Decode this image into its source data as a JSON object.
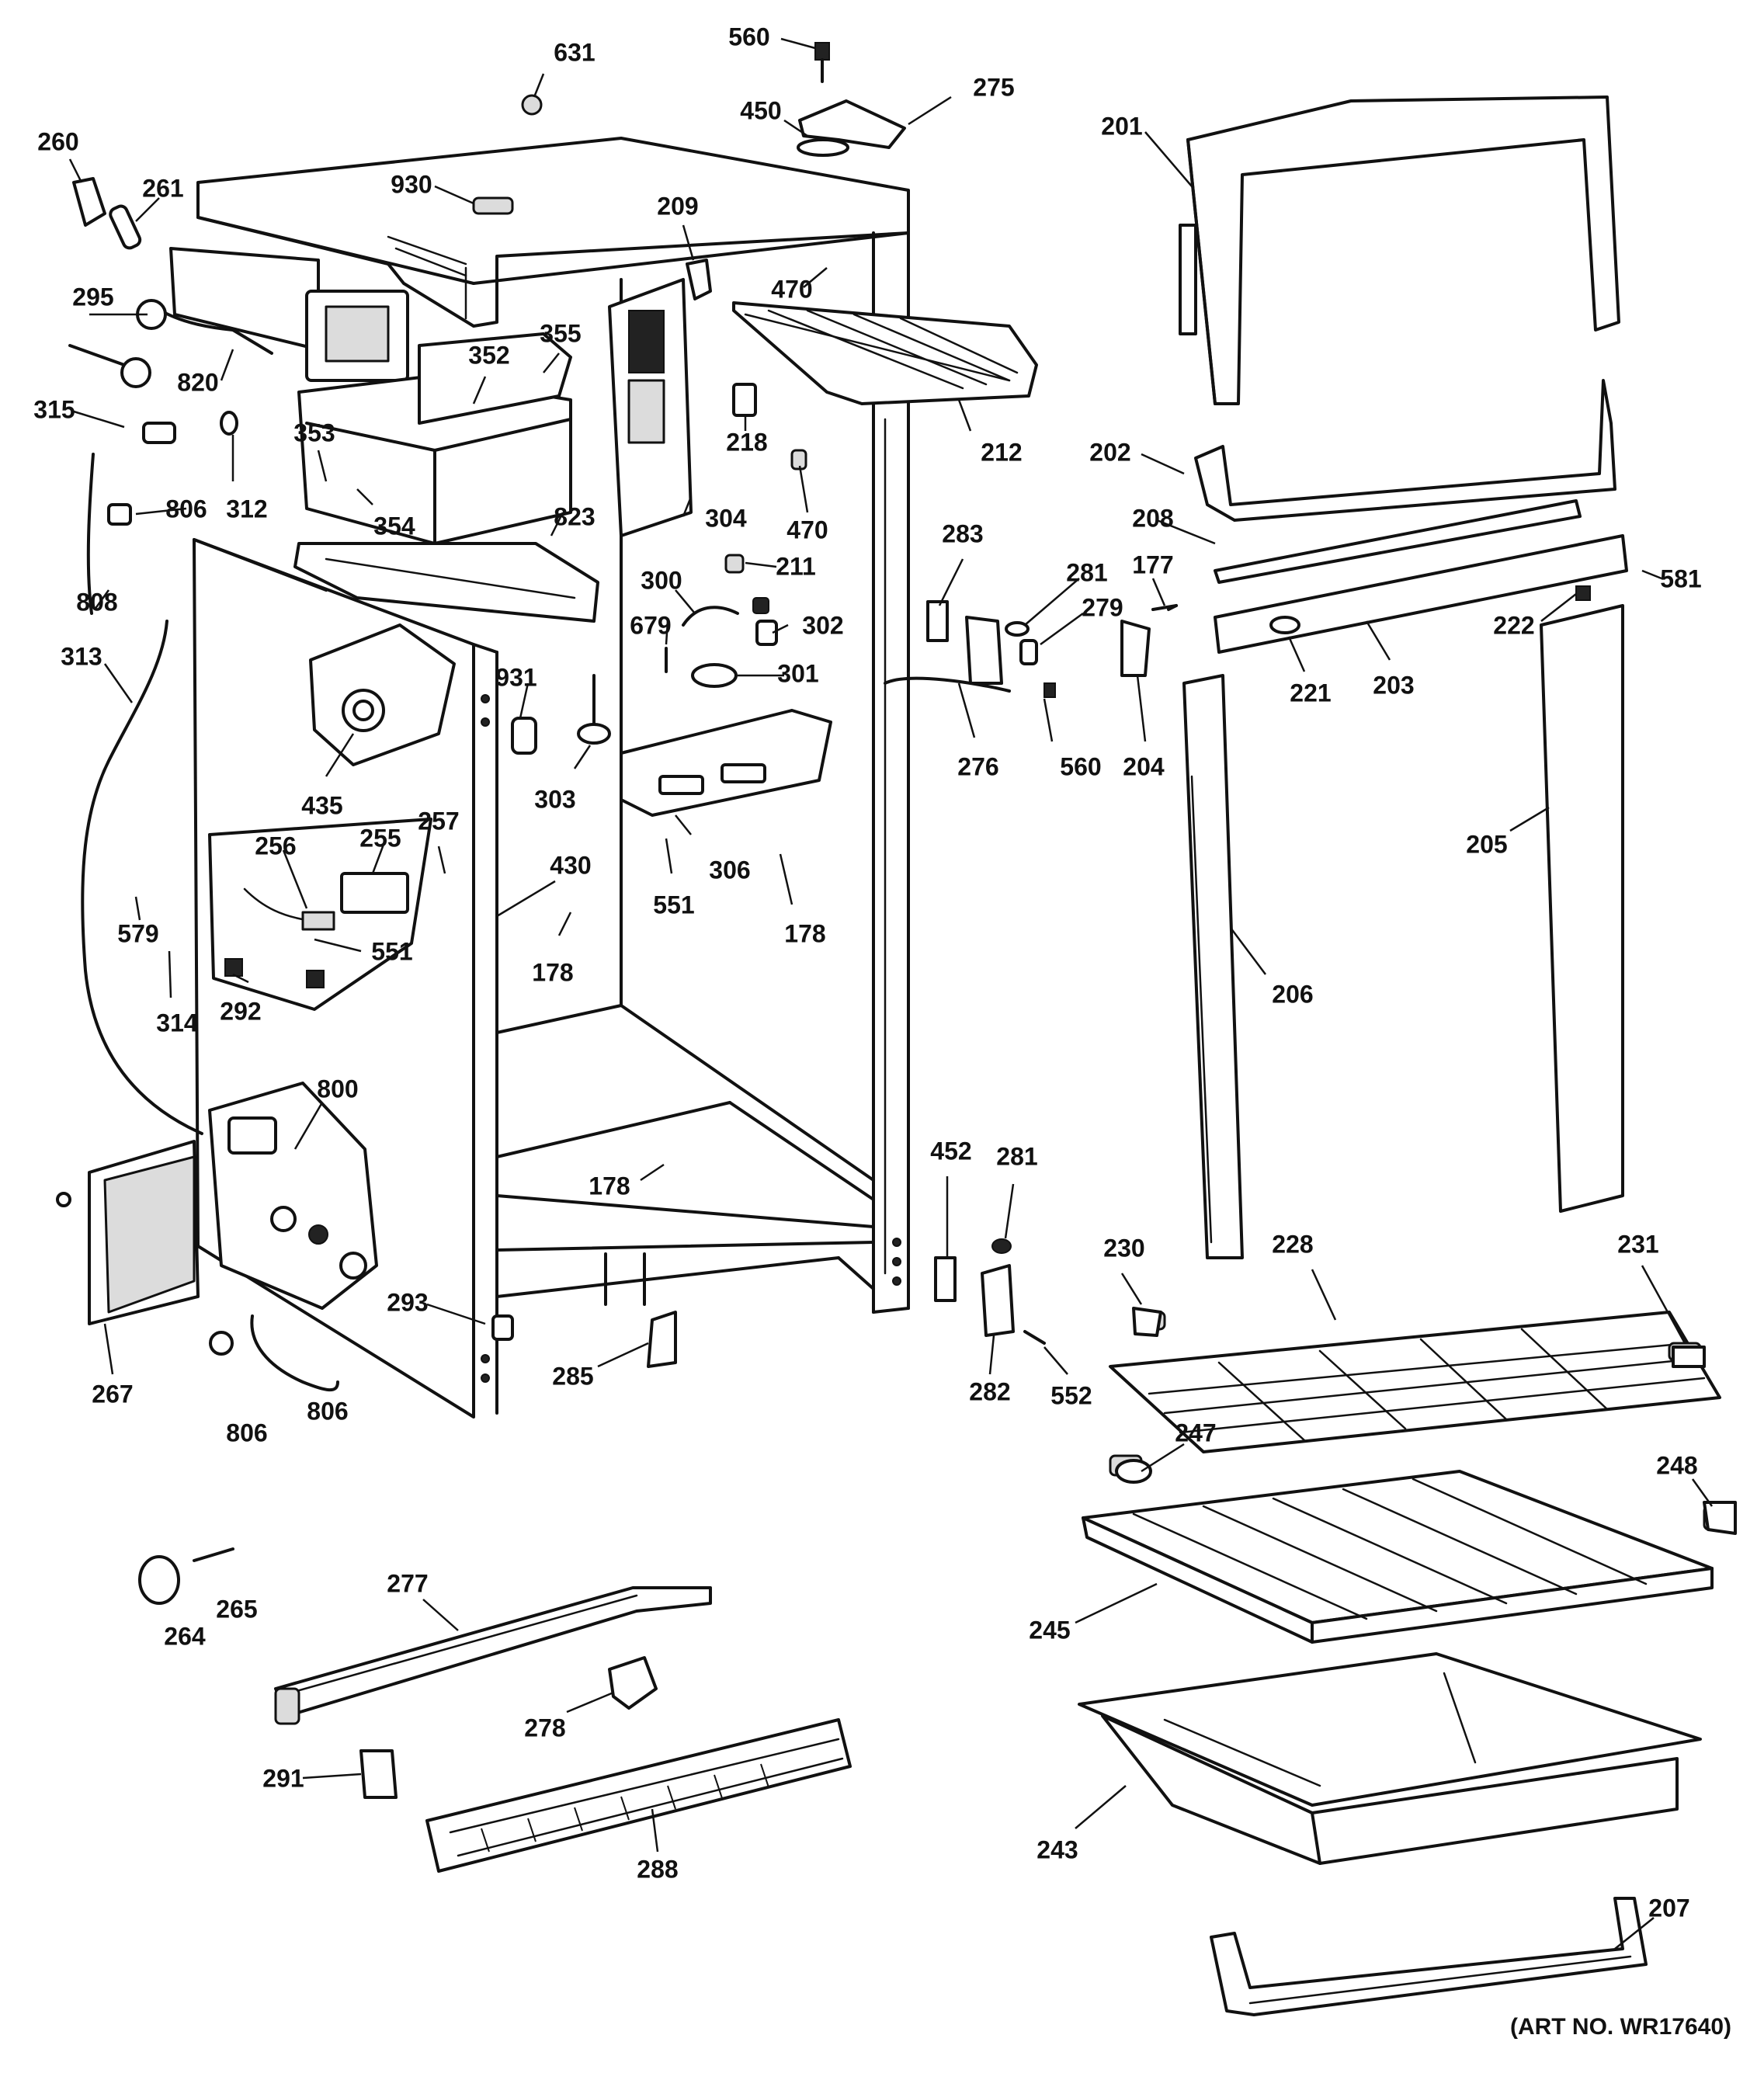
{
  "diagram": {
    "art_number": "(ART NO. WR17640)",
    "callouts": [
      {
        "id": "c631",
        "label": "631"
      },
      {
        "id": "c560a",
        "label": "560"
      },
      {
        "id": "c450",
        "label": "450"
      },
      {
        "id": "c275",
        "label": "275"
      },
      {
        "id": "c201",
        "label": "201"
      },
      {
        "id": "c260",
        "label": "260"
      },
      {
        "id": "c261",
        "label": "261"
      },
      {
        "id": "c930",
        "label": "930"
      },
      {
        "id": "c209",
        "label": "209"
      },
      {
        "id": "c470a",
        "label": "470"
      },
      {
        "id": "c295",
        "label": "295"
      },
      {
        "id": "c355",
        "label": "355"
      },
      {
        "id": "c352",
        "label": "352"
      },
      {
        "id": "c820",
        "label": "820"
      },
      {
        "id": "c315",
        "label": "315"
      },
      {
        "id": "c353",
        "label": "353"
      },
      {
        "id": "c312",
        "label": "312"
      },
      {
        "id": "c218",
        "label": "218"
      },
      {
        "id": "c212",
        "label": "212"
      },
      {
        "id": "c202",
        "label": "202"
      },
      {
        "id": "c806a",
        "label": "806"
      },
      {
        "id": "c354",
        "label": "354"
      },
      {
        "id": "c304",
        "label": "304"
      },
      {
        "id": "c470b",
        "label": "470"
      },
      {
        "id": "c208",
        "label": "208"
      },
      {
        "id": "c823",
        "label": "823"
      },
      {
        "id": "c283",
        "label": "283"
      },
      {
        "id": "c211",
        "label": "211"
      },
      {
        "id": "c281a",
        "label": "281"
      },
      {
        "id": "c177",
        "label": "177"
      },
      {
        "id": "c581",
        "label": "581"
      },
      {
        "id": "c808",
        "label": "808"
      },
      {
        "id": "c300",
        "label": "300"
      },
      {
        "id": "c279",
        "label": "279"
      },
      {
        "id": "c679",
        "label": "679"
      },
      {
        "id": "c302",
        "label": "302"
      },
      {
        "id": "c222",
        "label": "222"
      },
      {
        "id": "c313",
        "label": "313"
      },
      {
        "id": "c301",
        "label": "301"
      },
      {
        "id": "c221",
        "label": "221"
      },
      {
        "id": "c203",
        "label": "203"
      },
      {
        "id": "c931",
        "label": "931"
      },
      {
        "id": "c276",
        "label": "276"
      },
      {
        "id": "c560b",
        "label": "560"
      },
      {
        "id": "c204",
        "label": "204"
      },
      {
        "id": "c435",
        "label": "435"
      },
      {
        "id": "c303",
        "label": "303"
      },
      {
        "id": "c257",
        "label": "257"
      },
      {
        "id": "c256",
        "label": "256"
      },
      {
        "id": "c255",
        "label": "255"
      },
      {
        "id": "c205",
        "label": "205"
      },
      {
        "id": "c430",
        "label": "430"
      },
      {
        "id": "c306",
        "label": "306"
      },
      {
        "id": "c551a",
        "label": "551"
      },
      {
        "id": "c579",
        "label": "579"
      },
      {
        "id": "c551b",
        "label": "551"
      },
      {
        "id": "c178a",
        "label": "178"
      },
      {
        "id": "c178b",
        "label": "178"
      },
      {
        "id": "c206",
        "label": "206"
      },
      {
        "id": "c314",
        "label": "314"
      },
      {
        "id": "c292",
        "label": "292"
      },
      {
        "id": "c800",
        "label": "800"
      },
      {
        "id": "c452",
        "label": "452"
      },
      {
        "id": "c281b",
        "label": "281"
      },
      {
        "id": "c178c",
        "label": "178"
      },
      {
        "id": "c230",
        "label": "230"
      },
      {
        "id": "c228",
        "label": "228"
      },
      {
        "id": "c231",
        "label": "231"
      },
      {
        "id": "c293",
        "label": "293"
      },
      {
        "id": "c267",
        "label": "267"
      },
      {
        "id": "c806b",
        "label": "806"
      },
      {
        "id": "c285",
        "label": "285"
      },
      {
        "id": "c282",
        "label": "282"
      },
      {
        "id": "c552",
        "label": "552"
      },
      {
        "id": "c806c",
        "label": "806"
      },
      {
        "id": "c247",
        "label": "247"
      },
      {
        "id": "c248",
        "label": "248"
      },
      {
        "id": "c277",
        "label": "277"
      },
      {
        "id": "c264",
        "label": "264"
      },
      {
        "id": "c265",
        "label": "265"
      },
      {
        "id": "c245",
        "label": "245"
      },
      {
        "id": "c278",
        "label": "278"
      },
      {
        "id": "c291",
        "label": "291"
      },
      {
        "id": "c243",
        "label": "243"
      },
      {
        "id": "c288",
        "label": "288"
      },
      {
        "id": "c207",
        "label": "207"
      }
    ]
  }
}
